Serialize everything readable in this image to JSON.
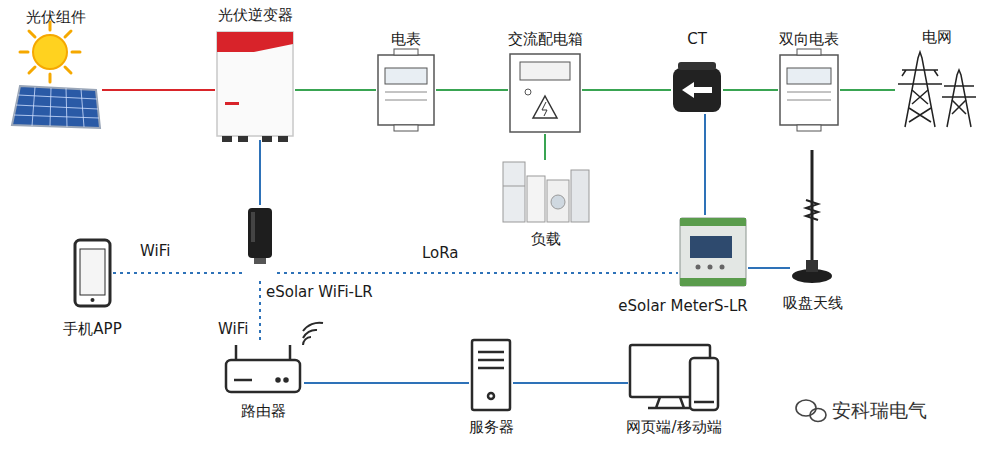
{
  "diagram": {
    "nodes": [
      {
        "text": [
          "光伏组件"
        ]
      },
      {
        "text": [
          "光伏逆变器"
        ]
      },
      {
        "text": [
          "电表"
        ]
      },
      {
        "text": [
          "交流配电箱"
        ]
      },
      {
        "text": [
          "CT"
        ]
      },
      {
        "text": [
          "双向电表"
        ]
      },
      {
        "text": [
          "电网"
        ]
      },
      {
        "text": [
          "负载"
        ]
      },
      {
        "text": [
          "eSolar WiFi-LR"
        ]
      },
      {
        "text": [
          "eSolar MeterS-LR"
        ]
      },
      {
        "text": [
          "吸盘天线"
        ]
      },
      {
        "text": [
          "手机APP"
        ]
      },
      {
        "text": [
          "路由器"
        ]
      },
      {
        "text": [
          "服务器"
        ]
      },
      {
        "text": [
          "网页端/移动端"
        ]
      }
    ],
    "edges": [
      {
        "from": 0,
        "to": 1,
        "arrow": "none"
      },
      {
        "from": 1,
        "to": 2,
        "arrow": "none"
      },
      {
        "from": 2,
        "to": 3,
        "arrow": "none"
      },
      {
        "from": 3,
        "to": 4,
        "arrow": "none"
      },
      {
        "from": 4,
        "to": 5,
        "arrow": "none"
      },
      {
        "from": 5,
        "to": 6,
        "arrow": "none"
      },
      {
        "from": 3,
        "to": 7,
        "arrow": "none"
      },
      {
        "from": 1,
        "to": 8,
        "arrow": "none"
      },
      {
        "from": 4,
        "to": 9,
        "arrow": "none"
      },
      {
        "from": 9,
        "to": 10,
        "arrow": "none"
      },
      {
        "from": 11,
        "to": 8,
        "label": "WiFi",
        "arrow": "none"
      },
      {
        "from": 8,
        "to": 9,
        "label": "LoRa",
        "arrow": "none"
      },
      {
        "from": 8,
        "to": 12,
        "label": "WiFi",
        "arrow": "none"
      },
      {
        "from": 12,
        "to": 13,
        "arrow": "none"
      },
      {
        "from": 13,
        "to": 14,
        "arrow": "none"
      }
    ],
    "labels": [
      "安科瑞电气"
    ]
  }
}
